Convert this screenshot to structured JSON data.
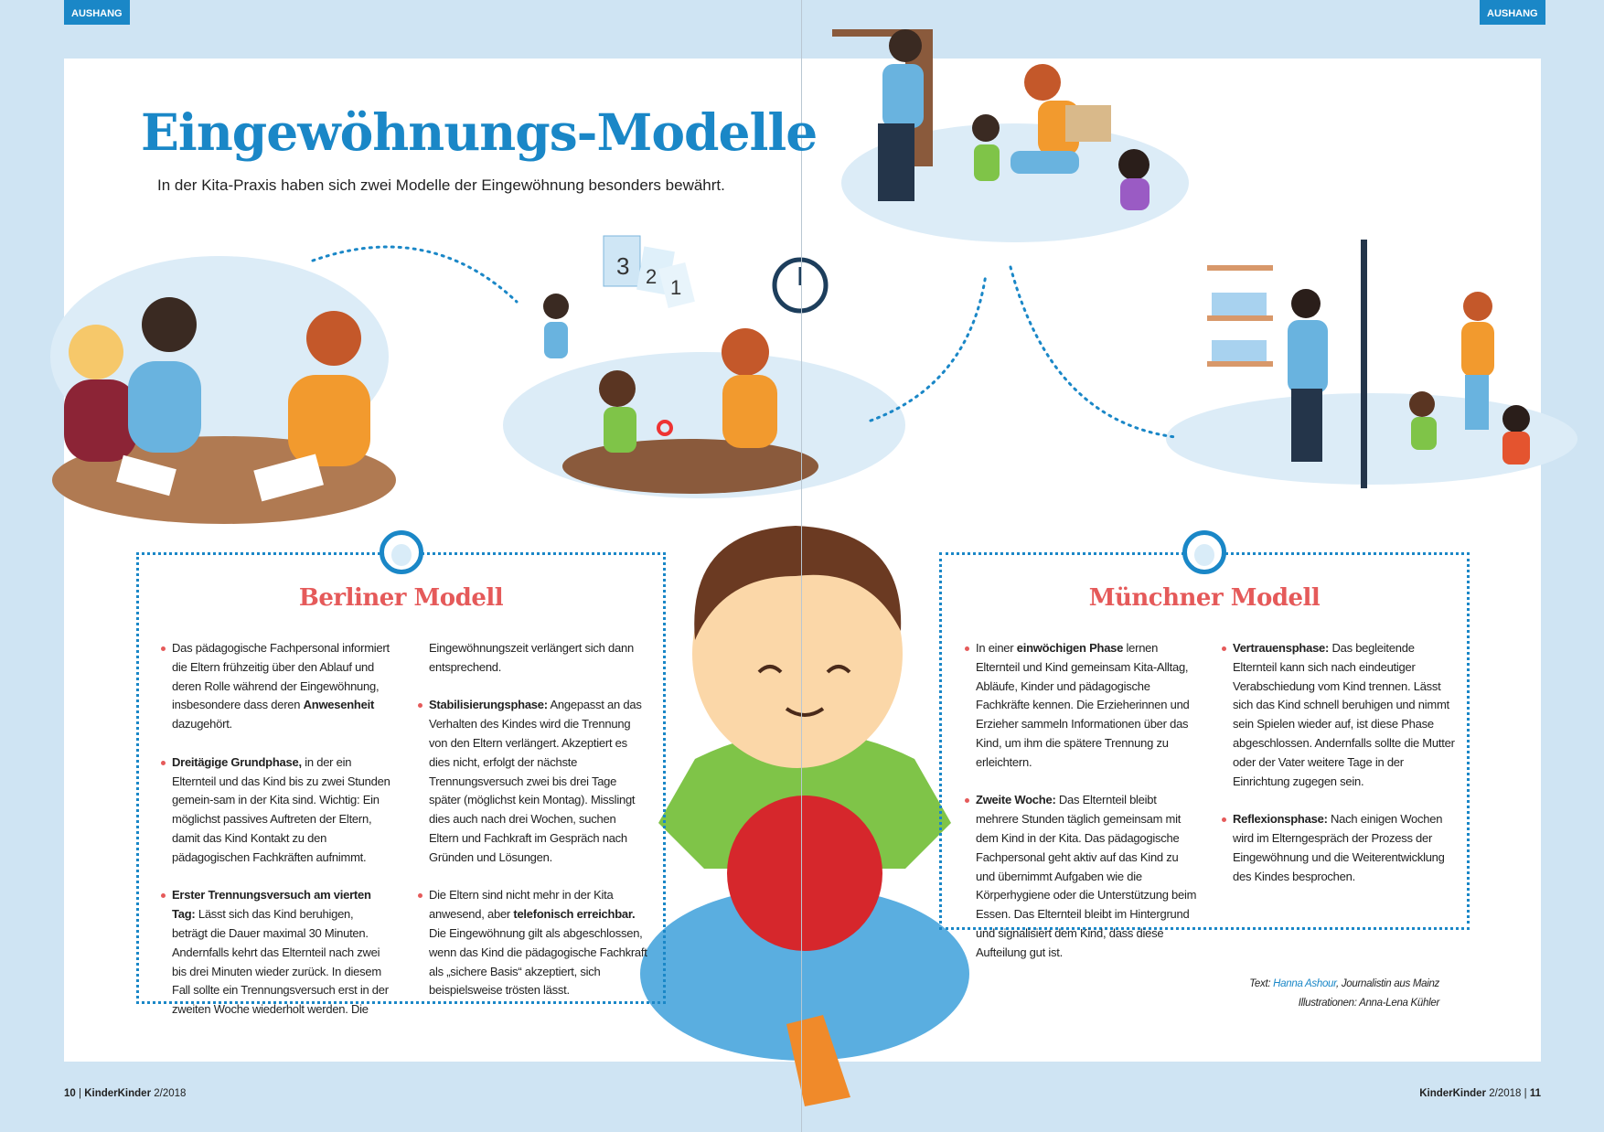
{
  "tags": {
    "left": "AUSHANG",
    "right": "AUSHANG"
  },
  "title": "Eingewöhnungs-Modelle",
  "subtitle": "In der Kita-Praxis haben sich zwei Modelle der Eingewöhnung besonders bewährt.",
  "illustration": {
    "calendar_numbers": [
      "3",
      "2",
      "1"
    ]
  },
  "berliner": {
    "title": "Berliner Modell",
    "items": [
      {
        "before": "Das pädagogische Fachpersonal informiert die Eltern frühzeitig über den Ablauf und deren Rolle während der Eingewöhnung, insbesondere dass deren ",
        "bold": "Anwesenheit",
        "after": " dazugehört."
      },
      {
        "before": "",
        "bold": "Dreitägige Grundphase,",
        "after": " in der ein Elternteil und das Kind bis zu zwei Stunden gemein-sam in der Kita sind. Wichtig: Ein möglichst passives Auftreten der Eltern, damit das Kind Kontakt zu den pädagogischen Fachkräften aufnimmt."
      },
      {
        "before": "",
        "bold": "Erster Trennungsversuch am vierten Tag:",
        "after": " Lässt sich das Kind beruhigen, beträgt die Dauer maximal 30 Minuten. Andernfalls kehrt das Elternteil nach zwei bis drei Minuten wieder zurück. In diesem Fall sollte ein Trennungsversuch erst in der zweiten Woche wiederholt werden. Die Eingewöhnungszeit verlängert sich dann entsprechend."
      },
      {
        "before": "",
        "bold": "Stabilisierungsphase:",
        "after": " Angepasst an das Verhalten des Kindes wird die Trennung von den Eltern verlängert. Akzeptiert es dies nicht, erfolgt der nächste Trennungsversuch zwei bis drei Tage später (möglichst kein Montag). Misslingt dies auch nach drei Wochen, suchen Eltern und Fachkraft im Gespräch nach Gründen und Lösungen."
      },
      {
        "before": "Die Eltern sind nicht mehr in der Kita anwesend, aber ",
        "bold": "telefonisch erreichbar.",
        "after": " Die Eingewöhnung gilt als abgeschlossen, wenn das Kind die pädagogische Fachkraft als „sichere Basis“ akzeptiert, sich beispielsweise trösten lässt."
      }
    ]
  },
  "muenchner": {
    "title": "Münchner Modell",
    "items": [
      {
        "before": "In einer ",
        "bold": "einwöchigen Phase",
        "after": " lernen Elternteil und Kind gemeinsam Kita-Alltag, Abläufe, Kinder und pädagogische Fachkräfte kennen. Die Erzieherinnen und Erzieher sammeln Informationen über das Kind, um ihm die spätere Trennung zu erleichtern."
      },
      {
        "before": "",
        "bold": "Zweite Woche:",
        "after": " Das Elternteil bleibt mehrere Stunden täglich gemeinsam mit dem Kind in der Kita. Das pädagogische Fachpersonal geht aktiv auf das Kind zu und übernimmt Aufgaben wie die Körperhygiene oder die Unterstützung beim Essen. Das Elternteil bleibt im Hintergrund und signalisiert dem Kind, dass diese Aufteilung gut ist."
      },
      {
        "before": "",
        "bold": "Vertrauensphase:",
        "after": " Das begleitende Elternteil kann sich nach eindeutiger Verabschiedung vom Kind trennen. Lässt sich das Kind schnell beruhigen und nimmt sein Spielen wieder auf, ist diese Phase abgeschlossen. Andernfalls sollte die Mutter oder der Vater weitere Tage in der Einrichtung zugegen sein."
      },
      {
        "before": "",
        "bold": "Reflexionsphase:",
        "after": " Nach einigen Wochen wird im Elterngespräch der Prozess der Eingewöhnung und die Weiterentwicklung des Kindes besprochen."
      }
    ]
  },
  "credits": {
    "text_label": "Text: ",
    "author": "Hanna Ashour",
    "author_suffix": ", Journalistin aus Mainz",
    "illustrations": "Illustrationen: Anna-Lena Kühler"
  },
  "footer": {
    "left_page": "10",
    "sep": "|",
    "magazine": "KinderKinder",
    "issue": "2/2018",
    "right_page": "11"
  },
  "colors": {
    "accent": "#1a87c7",
    "heading": "#e55a5a",
    "background": "#cfe4f3"
  }
}
